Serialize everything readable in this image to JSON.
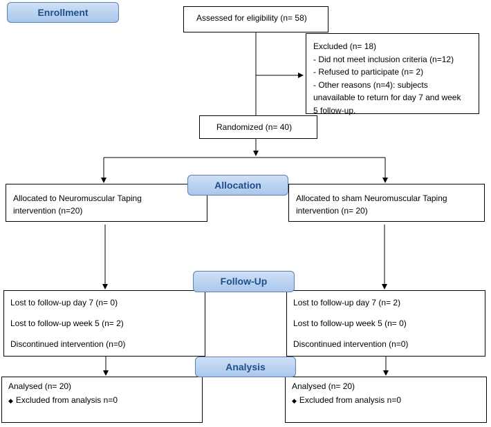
{
  "stages": {
    "enrollment": "Enrollment",
    "allocation": "Allocation",
    "follow_up": "Follow-Up",
    "analysis": "Analysis"
  },
  "assessed": "Assessed for eligibility (n= 58)",
  "excluded": {
    "title": "Excluded  (n= 18)",
    "items": [
      "- Did not meet inclusion criteria (n=12)",
      "- Refused to participate (n= 2)",
      "- Other reasons (n=4): subjects",
      "unavailable to return for day 7 and week",
      "5 follow-up."
    ]
  },
  "randomized": "Randomized (n= 40)",
  "allocation": {
    "left": [
      "Allocated to Neuromuscular Taping",
      "intervention (n=20)"
    ],
    "right": [
      "Allocated to sham Neuromuscular Taping",
      "intervention (n= 20)"
    ]
  },
  "follow_up": {
    "left": [
      "Lost to follow-up day 7 (n= 0)",
      "Lost to follow-up week 5 (n= 2)",
      "Discontinued intervention (n=0)"
    ],
    "right": [
      "Lost to follow-up day 7 (n= 2)",
      "Lost to follow-up week 5 (n= 0)",
      "Discontinued intervention (n=0)"
    ]
  },
  "analysis": {
    "left": {
      "analysed": "Analysed  (n= 20)",
      "excluded": "Excluded from analysis n=0"
    },
    "right": {
      "analysed": "Analysed  (n= 20)",
      "excluded": "Excluded from analysis n=0"
    }
  },
  "colors": {
    "stage_fill": "#a9c7ec",
    "stage_border": "#5b7fb2",
    "stage_text": "#1f4e8c"
  }
}
